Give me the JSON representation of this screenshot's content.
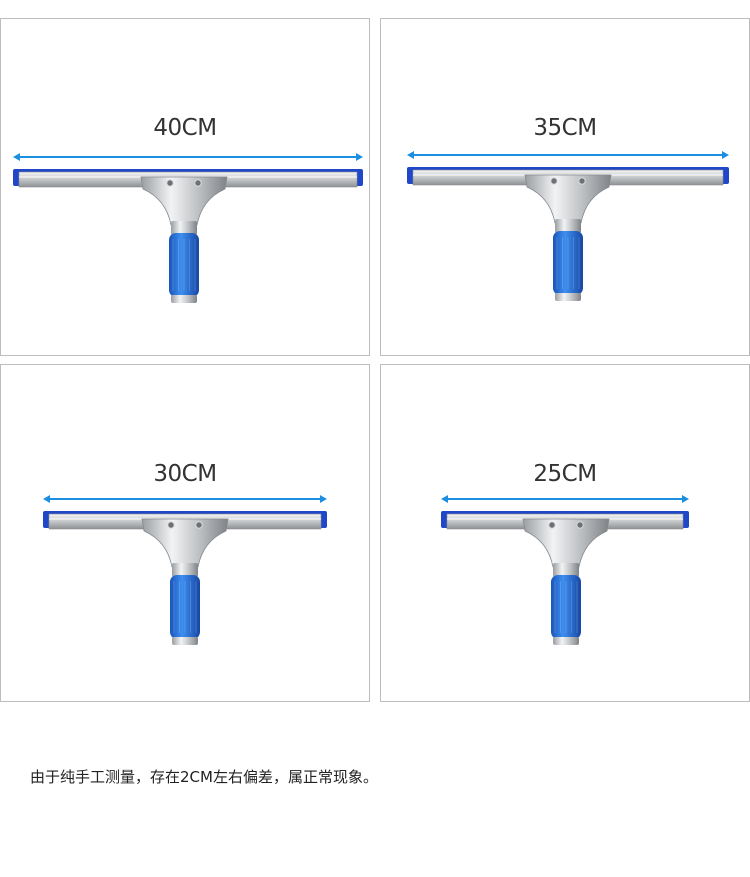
{
  "products": [
    {
      "size_label": "40CM",
      "width_cm": 40
    },
    {
      "size_label": "35CM",
      "width_cm": 35
    },
    {
      "size_label": "30CM",
      "width_cm": 30
    },
    {
      "size_label": "25CM",
      "width_cm": 25
    }
  ],
  "note": "由于纯手工测量，存在2CM左右偏差，属正常现象。",
  "colors": {
    "accent_arrow": "#1d8fe0",
    "rubber_blue": "#1f47c8",
    "grip_blue": "#2f76dd",
    "panel_border": "#bdbdbd"
  }
}
